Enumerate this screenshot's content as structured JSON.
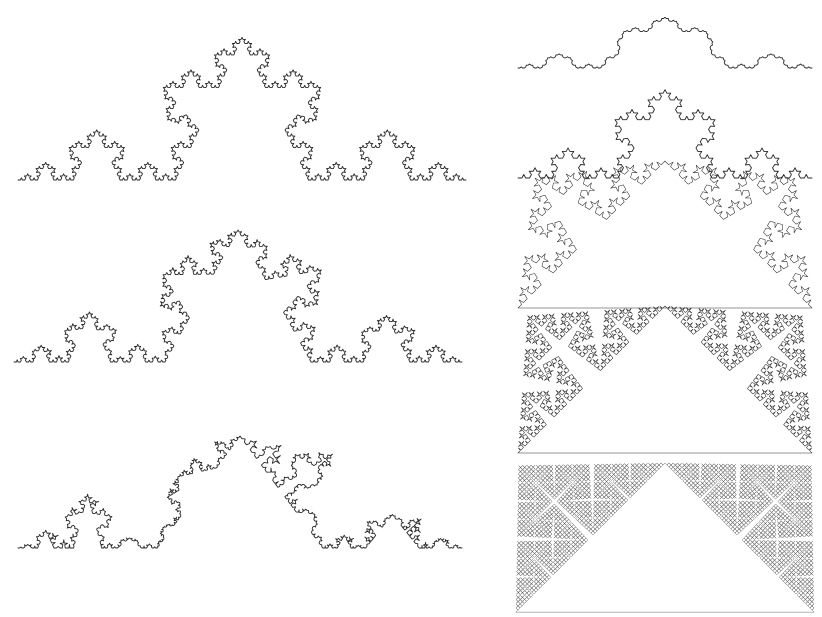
{
  "figure": {
    "background": "#ffffff",
    "stroke_color": "#2a2a2a",
    "fill_color": "#222222",
    "left_column": [
      {
        "name": "curve-left-1",
        "base": "line",
        "segment_angle_deg": 65,
        "depth": 5,
        "jitter": 0.0
      },
      {
        "name": "curve-left-2",
        "base": "line",
        "segment_angle_deg": 65,
        "depth": 5,
        "jitter": 0.16
      },
      {
        "name": "curve-left-3",
        "base": "line",
        "segment_angle_deg": 62,
        "depth": 5,
        "jitter": 0.42
      }
    ],
    "right_column": [
      {
        "name": "curve-right-1",
        "base": "line",
        "segment_angle_deg": 38,
        "depth": 4,
        "jitter": 0.0
      },
      {
        "name": "curve-right-2",
        "base": "line",
        "segment_angle_deg": 62,
        "depth": 4,
        "jitter": 0.0
      },
      {
        "name": "curve-right-3",
        "base": "triangle",
        "segment_angle_deg": 75,
        "depth": 4,
        "jitter": 0.0
      },
      {
        "name": "curve-right-4",
        "base": "triangle",
        "segment_angle_deg": 82,
        "depth": 5,
        "jitter": 0.0
      },
      {
        "name": "curve-right-5",
        "base": "triangle",
        "segment_angle_deg": 88,
        "depth": 6,
        "jitter": 0.0
      }
    ]
  }
}
